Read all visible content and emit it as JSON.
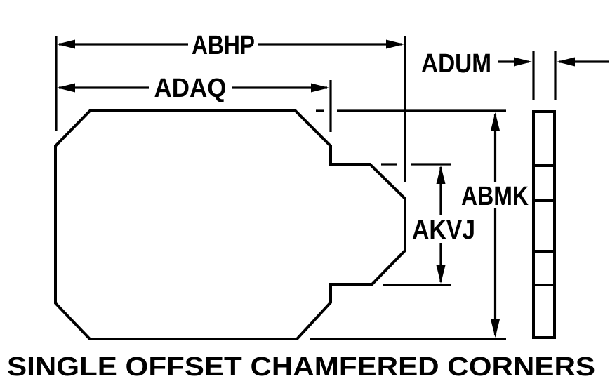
{
  "diagram": {
    "title": "SINGLE OFFSET CHAMFERED CORNERS",
    "type": "engineering-dimension-drawing",
    "labels": {
      "abhp": "ABHP",
      "adaq": "ADAQ",
      "adum": "ADUM",
      "abmk": "ABMK",
      "akvj": "AKVJ"
    },
    "label_meanings": {
      "abhp": "overall width (outer horizontal dimension)",
      "adaq": "inner width to offset step (horizontal dimension)",
      "adum": "thickness of part (side-view strip width)",
      "abmk": "overall height (vertical dimension)",
      "akvj": "offset tip section height (vertical dimension)"
    },
    "colors": {
      "line": "#000000",
      "background": "#ffffff"
    }
  }
}
